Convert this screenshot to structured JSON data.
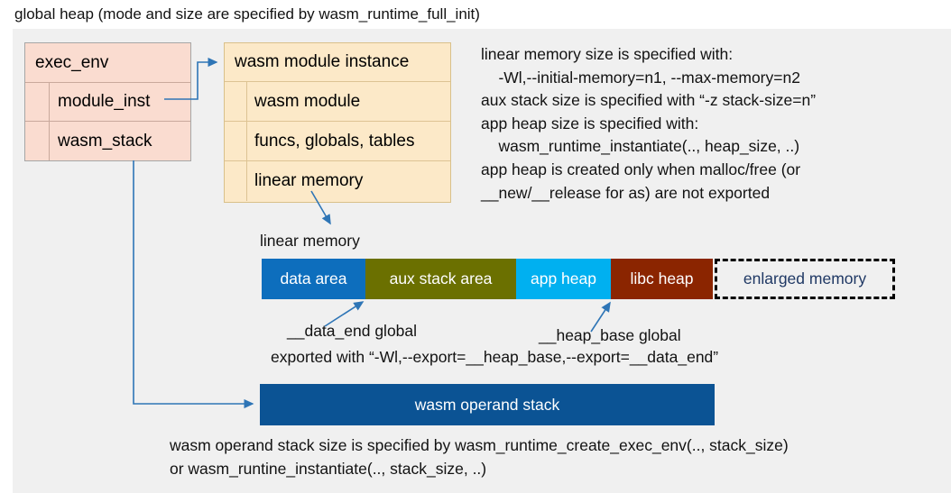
{
  "title": "global heap (mode and size are specified by wasm_runtime_full_init)",
  "colors": {
    "panel_background": "#f0f0f0",
    "exec_env_fill": "#fadcd0",
    "module_instance_fill": "#fce9c8",
    "data_area": "#0d6ebd",
    "aux_stack_area": "#6b7000",
    "app_heap": "#00b0f0",
    "libc_heap": "#8b2500",
    "enlarged_memory_text": "#1f3864",
    "operand_stack": "#0b5394",
    "connector": "#2e75b6"
  },
  "exec_env": {
    "title": "exec_env",
    "fields": [
      {
        "label": "module_inst"
      },
      {
        "label": "wasm_stack"
      }
    ]
  },
  "module_instance": {
    "title": "wasm module instance",
    "fields": [
      {
        "label": "wasm module"
      },
      {
        "label": "funcs, globals, tables"
      },
      {
        "label": "linear memory"
      }
    ]
  },
  "notes": {
    "text": "linear memory size is specified with:\n    -Wl,--initial-memory=n1, --max-memory=n2\naux stack size is specified with “-z stack-size=n”\napp heap size is specified with:\n    wasm_runtime_instantiate(.., heap_size, ..)\napp heap is created only when malloc/free (or\n__new/__release for as) are not exported"
  },
  "linear_memory": {
    "label": "linear memory",
    "segments": [
      {
        "label": "data area",
        "color": "#0d6ebd"
      },
      {
        "label": "aux stack area",
        "color": "#6b7000"
      },
      {
        "label": "app heap",
        "color": "#00b0f0"
      },
      {
        "label": "libc heap",
        "color": "#8b2500"
      },
      {
        "label": "enlarged memory",
        "color": "#f0f0f0"
      }
    ],
    "annotations": {
      "data_end": "__data_end global",
      "heap_base": "__heap_base global",
      "exported_with": "exported with “-Wl,--export=__heap_base,--export=__data_end”"
    }
  },
  "operand_stack": {
    "label": "wasm operand stack",
    "note": "wasm operand stack size is specified by wasm_runtime_create_exec_env(.., stack_size)\nor wasm_runtine_instantiate(.., stack_size, ..)"
  }
}
